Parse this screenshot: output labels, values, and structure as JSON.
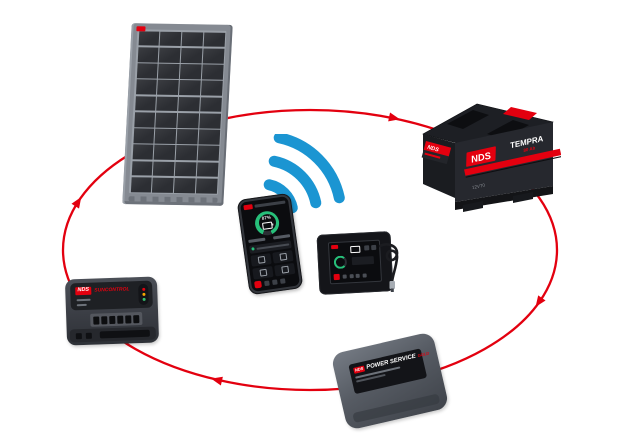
{
  "colors": {
    "accent_red": "#e3000f",
    "wifi_blue": "#1b95d2",
    "gauge_green": "#27c07a",
    "device_dark": "#1e2024",
    "panel_frame_gray": "#858a92"
  },
  "solar_panel": {
    "columns": 4,
    "rows": 10
  },
  "battery": {
    "side_brand": "NDS",
    "brand": "NDS",
    "model": "TEMPRA",
    "variant": "80 Ah",
    "code": "12V70"
  },
  "phone": {
    "battery_percent": "87%"
  },
  "charge_controller": {
    "brand": "NDS",
    "model": "SUNCONTROL",
    "led_colors": [
      "#e3000f",
      "#f7a600",
      "#35c06e"
    ],
    "terminals": 6
  },
  "power_service": {
    "brand": "NDS",
    "model": "POWER SERVICE",
    "variant": "GOLD"
  }
}
